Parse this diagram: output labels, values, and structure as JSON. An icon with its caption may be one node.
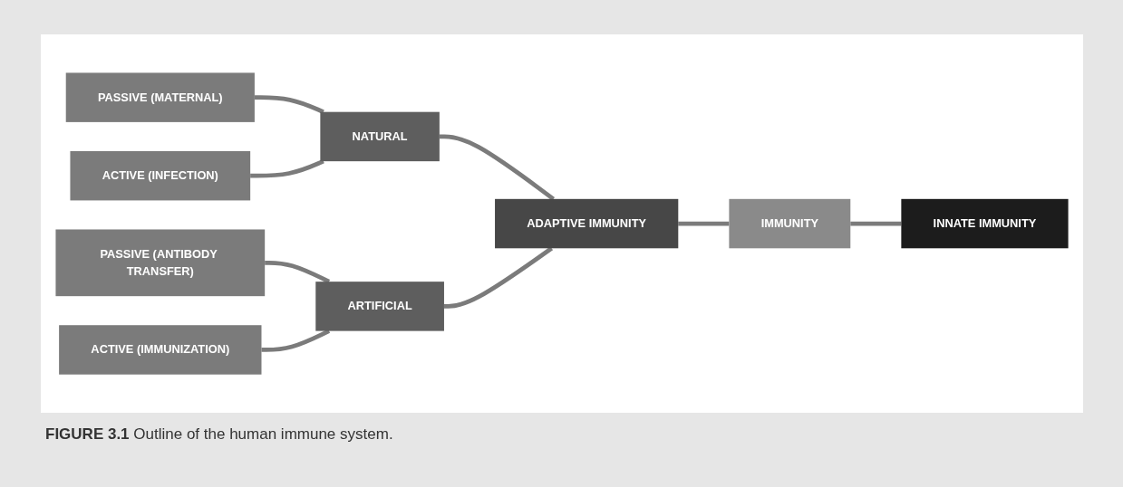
{
  "diagram": {
    "caption": "**FIGURE 3.1** Outline of the human immune system.",
    "nodes": [
      {
        "text": [
          "PASSIVE (MATERNAL)"
        ]
      },
      {
        "text": [
          "ACTIVE (INFECTION)"
        ]
      },
      {
        "text": [
          "PASSIVE (ANTIBODY TRANSFER)"
        ]
      },
      {
        "text": [
          "ACTIVE (IMMUNIZATION)"
        ]
      },
      {
        "text": [
          "NATURAL"
        ]
      },
      {
        "text": [
          "ARTIFICIAL"
        ]
      },
      {
        "text": [
          "ADAPTIVE IMMUNITY"
        ]
      },
      {
        "text": [
          "IMMUNITY"
        ]
      },
      {
        "text": [
          "INNATE IMMUNITY"
        ]
      }
    ],
    "edges": [
      {
        "from": 0,
        "to": 4,
        "arrow": "none"
      },
      {
        "from": 1,
        "to": 4,
        "arrow": "none"
      },
      {
        "from": 2,
        "to": 5,
        "arrow": "none"
      },
      {
        "from": 3,
        "to": 5,
        "arrow": "none"
      },
      {
        "from": 4,
        "to": 6,
        "arrow": "none"
      },
      {
        "from": 5,
        "to": 6,
        "arrow": "none"
      },
      {
        "from": 6,
        "to": 7,
        "arrow": "none"
      },
      {
        "from": 7,
        "to": 8,
        "arrow": "none"
      }
    ]
  }
}
